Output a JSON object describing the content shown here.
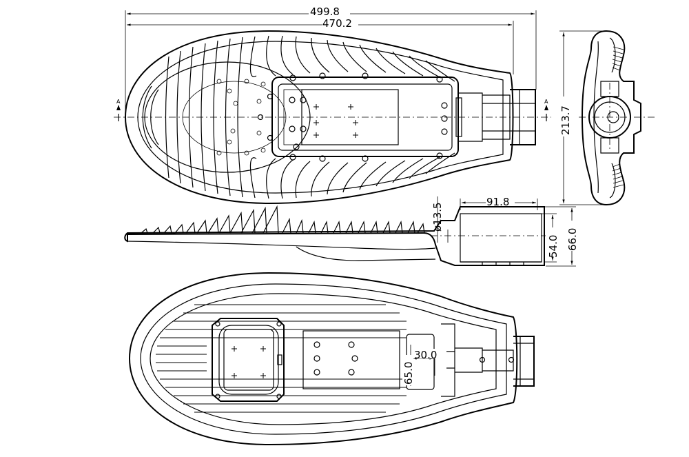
{
  "dimensions": {
    "overall_length": "499.8",
    "body_length": "470.2",
    "width": "213.7",
    "mount_length": "91.8",
    "pole_diameter": "ø13.5",
    "mount_height": "54.0",
    "total_height": "66.0",
    "slot_width": "30.0",
    "slot_height": "65.0"
  },
  "section_marks": {
    "left": "A",
    "right": "A"
  }
}
